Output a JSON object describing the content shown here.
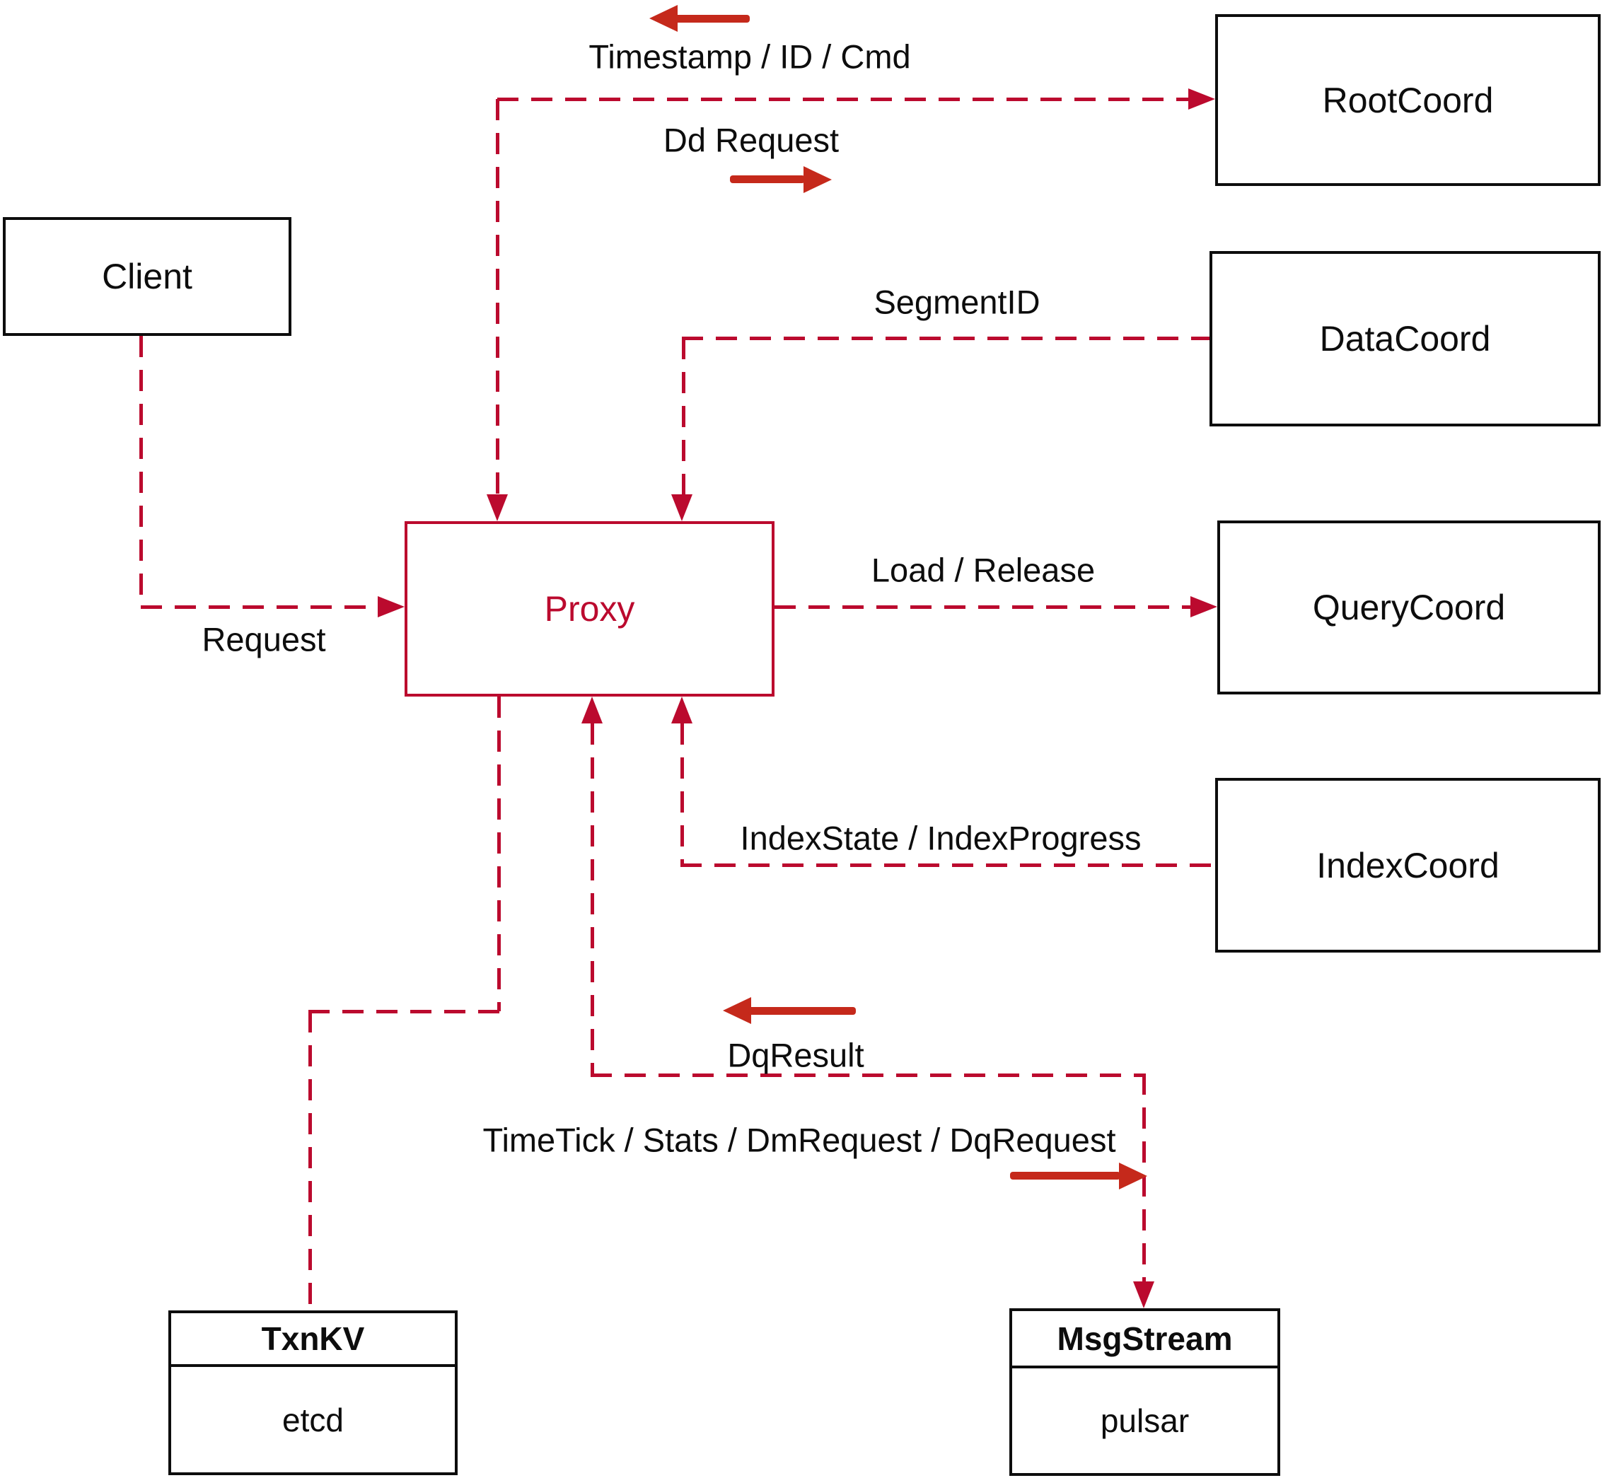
{
  "diagram": {
    "nodes": {
      "client": {
        "label": "Client"
      },
      "proxy": {
        "label": "Proxy"
      },
      "rootcoord": {
        "label": "RootCoord"
      },
      "datacoord": {
        "label": "DataCoord"
      },
      "querycoord": {
        "label": "QueryCoord"
      },
      "indexcoord": {
        "label": "IndexCoord"
      },
      "txnkv": {
        "title": "TxnKV",
        "impl": "etcd"
      },
      "msgstream": {
        "title": "MsgStream",
        "impl": "pulsar"
      }
    },
    "edges": {
      "root_to_proxy": "Timestamp / ID / Cmd",
      "proxy_to_root": "Dd Request",
      "data_to_proxy": "SegmentID",
      "proxy_to_query": "Load / Release",
      "index_to_proxy": "IndexState / IndexProgress",
      "client_to_proxy": "Request",
      "msg_to_proxy": "DqResult",
      "proxy_to_msg": "TimeTick / Stats / DmRequest / DqRequest"
    },
    "colors": {
      "line_red": "#bb0a2e",
      "thick_arrow_red": "#c5291b",
      "box_black": "#0d0d0d"
    }
  }
}
